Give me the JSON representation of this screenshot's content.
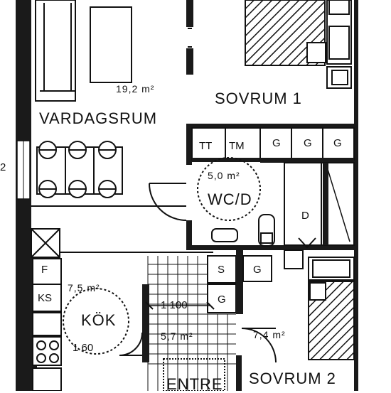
{
  "rooms": {
    "vardagsrum": {
      "name": "VARDAGSRUM",
      "area": "19,2 m²"
    },
    "sovrum1": {
      "name": "SOVRUM 1"
    },
    "wcd": {
      "name": "WC/D",
      "area": "5,0 m²"
    },
    "kok": {
      "name": "KÖK",
      "area": "7,5 m²"
    },
    "hall": {
      "area": "5,7 m²"
    },
    "sovrum2": {
      "name": "SOVRUM 2",
      "area": "7,4 m²"
    },
    "entre": {
      "name": "ENTRE"
    }
  },
  "fixtures": {
    "tt": "TT",
    "tm": "TM",
    "wardrobe_g": "G",
    "dryer": "D",
    "fridge": "F",
    "freezer": "KS",
    "storage_s": "S"
  },
  "dimensions": {
    "hall_width": "1 100",
    "kitchen_width": "1 60",
    "edge_mark": "2"
  },
  "colors": {
    "line": "#111111",
    "wall": "#1a1a1a",
    "background": "#ffffff"
  }
}
